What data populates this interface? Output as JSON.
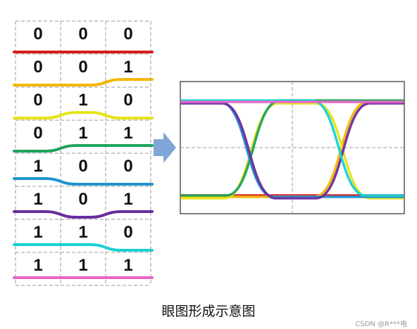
{
  "caption": "眼图形成示意图",
  "watermark": "CSDN @R***电",
  "sequences": [
    {
      "bits": [
        "0",
        "0",
        "0"
      ],
      "color": "#d7191c"
    },
    {
      "bits": [
        "0",
        "0",
        "1"
      ],
      "color": "#f2b705"
    },
    {
      "bits": [
        "0",
        "1",
        "0"
      ],
      "color": "#e6e31a"
    },
    {
      "bits": [
        "0",
        "1",
        "1"
      ],
      "color": "#1fa35c"
    },
    {
      "bits": [
        "1",
        "0",
        "0"
      ],
      "color": "#1f94d0"
    },
    {
      "bits": [
        "1",
        "0",
        "1"
      ],
      "color": "#6a2c9e"
    },
    {
      "bits": [
        "1",
        "1",
        "0"
      ],
      "color": "#19d1d3"
    },
    {
      "bits": [
        "1",
        "1",
        "1"
      ],
      "color": "#e765c7"
    }
  ],
  "arrow_color": "#7ea6d6"
}
